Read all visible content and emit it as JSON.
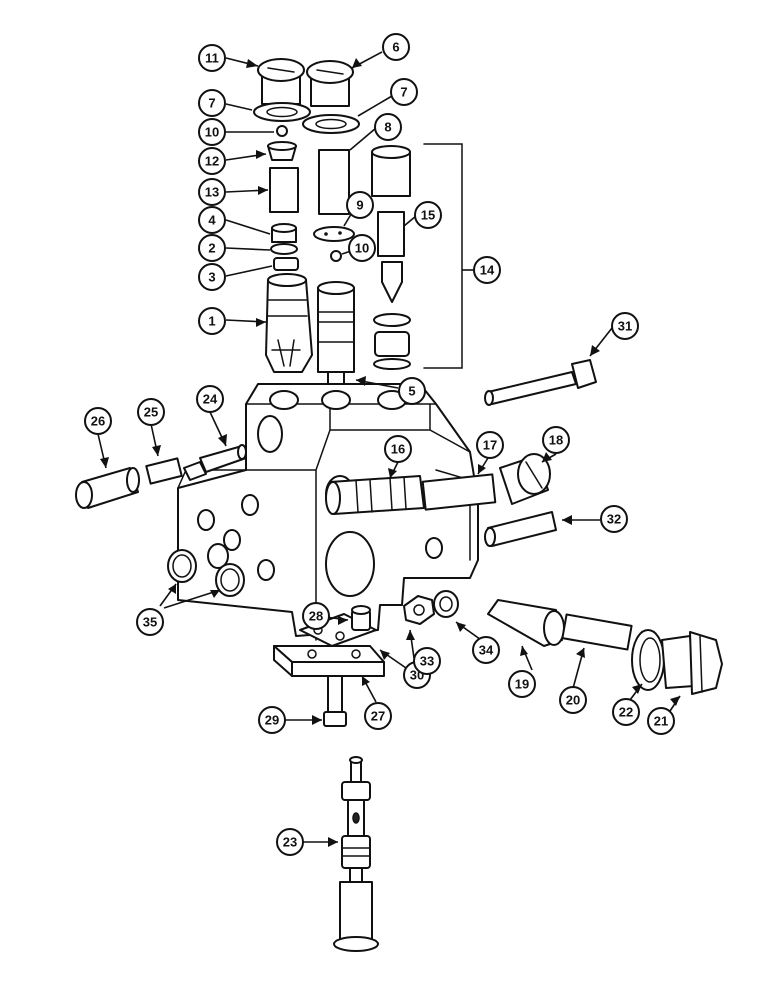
{
  "callouts": [
    {
      "label": "1"
    },
    {
      "label": "2"
    },
    {
      "label": "3"
    },
    {
      "label": "4"
    },
    {
      "label": "5"
    },
    {
      "label": "6"
    },
    {
      "label": "7"
    },
    {
      "label": "7"
    },
    {
      "label": "8"
    },
    {
      "label": "9"
    },
    {
      "label": "10"
    },
    {
      "label": "10"
    },
    {
      "label": "11"
    },
    {
      "label": "12"
    },
    {
      "label": "13"
    },
    {
      "label": "14"
    },
    {
      "label": "15"
    },
    {
      "label": "16"
    },
    {
      "label": "17"
    },
    {
      "label": "18"
    },
    {
      "label": "19"
    },
    {
      "label": "20"
    },
    {
      "label": "21"
    },
    {
      "label": "22"
    },
    {
      "label": "23"
    },
    {
      "label": "24"
    },
    {
      "label": "25"
    },
    {
      "label": "26"
    },
    {
      "label": "27"
    },
    {
      "label": "28"
    },
    {
      "label": "29"
    },
    {
      "label": "30"
    },
    {
      "label": "31"
    },
    {
      "label": "32"
    },
    {
      "label": "33"
    },
    {
      "label": "34"
    },
    {
      "label": "35"
    }
  ]
}
